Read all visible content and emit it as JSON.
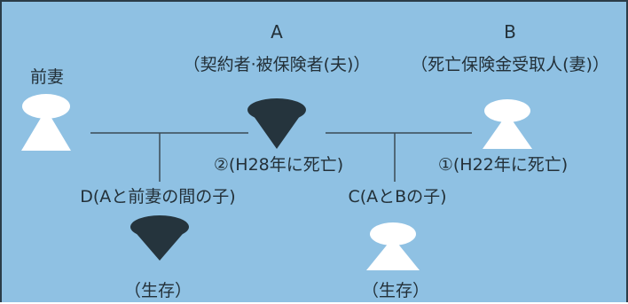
{
  "persons": {
    "a": {
      "name": "A",
      "role": "（契約者·被保険者(夫)）",
      "color": "#25343d"
    },
    "b": {
      "name": "B",
      "role": "（死亡保険金受取人(妻)）",
      "color": "#ffffff"
    },
    "ex_wife": {
      "name": "前妻",
      "color": "#ffffff"
    },
    "c": {
      "name": "C(AとBの子)",
      "status": "（生存）",
      "color": "#ffffff"
    },
    "d": {
      "name": "D(Aと前妻の間の子)",
      "status": "（生存）",
      "color": "#25343d"
    }
  },
  "events": {
    "a_death": "②(H28年に死亡)",
    "b_death": "①(H22年に死亡)"
  },
  "colors": {
    "background": "#8fc1e3",
    "line": "#2b3c48",
    "text": "#233038"
  }
}
